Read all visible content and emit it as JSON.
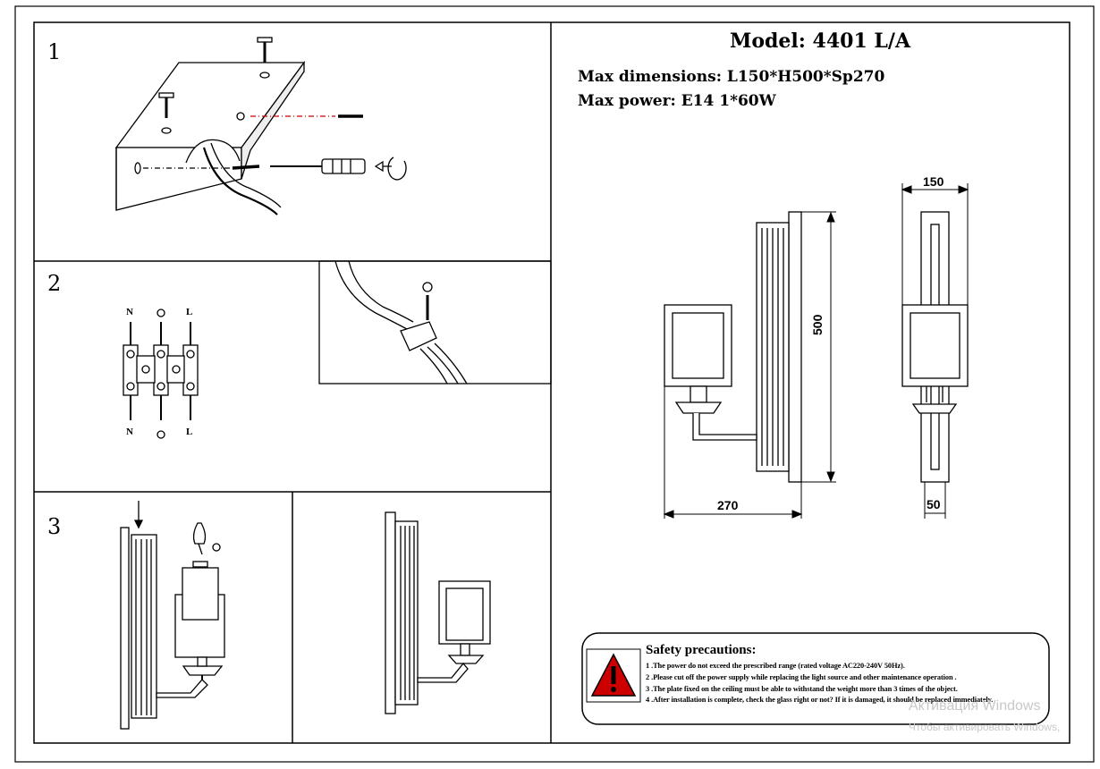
{
  "steps": [
    "1",
    "2",
    "3"
  ],
  "model": "Model: 4401 L/A",
  "max_dimensions": "Max dimensions: L150*H500*Sp270",
  "max_power": "Max power: E14  1*60W",
  "wiring": {
    "neutral": "N",
    "live": "L"
  },
  "dimensions": {
    "width": "150",
    "height": "500",
    "projection": "270",
    "depth": "50"
  },
  "safety": {
    "title": "Safety precautions:",
    "lines": [
      "1 .The power do not exceed  the prescribed range (rated voltage AC220-240V 50Hz).",
      "2 .Please cut off the power supply while replacing  the light source and other maintenance operation .",
      "3 .The plate fixed on the ceiling must be able to withstand the weight more than 3 times of the object.",
      "4 .After installation is complete, check the glass right or not? If it is damaged, it should be replaced immediately."
    ]
  },
  "watermark": {
    "line1": "Активация Windows",
    "line2": "Чтобы активировать Windows,"
  }
}
